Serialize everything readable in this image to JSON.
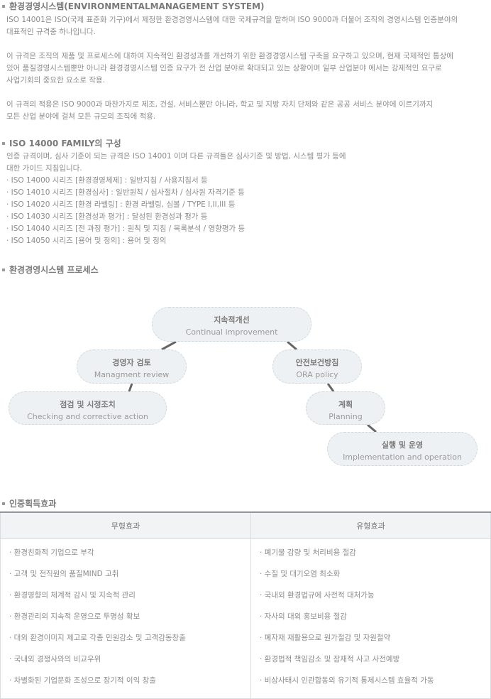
{
  "sections": {
    "ems": {
      "title": "환경경영시스템(ENVIRONMENTALMANAGEMENT SYSTEM)",
      "para1": [
        "ISO 14001은 ISO(국제 표준화 기구)에서 제정한 환경경영시스템에 대한 국제규격을 말하며 ISO 9000과 더불어 조직의 경영시스템 인증분야의",
        "대표적인 규격중 하나입니다."
      ],
      "para2": [
        "이 규격은 조직의 제품 및 프로세스에 대하여 지속적인 환경성과를 개선하기 위한 환경경영시스템 구축을 요구하고 있으며, 현재 국제적인 통상에",
        "있어 품질경영시스템뿐만 아니라 환경경영시스템 인증 요구가 전 산업 분야로 확대되고 있는 상황이며 일부 산업분야 에서는 강제적인 요구로",
        "사업기회의 중요한 요소로 작용."
      ],
      "para3": [
        "이 규격의 적용은 ISO 9000과 마찬가지로 제조, 건설, 서비스뿐만 아니라, 학교 및 지방 자치 단체와 같은 공공 서비스 분야에 이르기까지",
        "모든 산업 분야에 걸쳐 모든 규모의 조직에 적용."
      ]
    },
    "family": {
      "title": "ISO 14000 FAMILY의 구성",
      "intro": [
        "인증 규격이며, 심사 기준이 되는 규격은 ISO 14001 이며 다른 규격들은 심사기준 및 방법, 시스템 평가 등에",
        "대한 가이드 지침입니다."
      ],
      "items": [
        "· ISO 14000 시리즈 [환경경영체제] : 일반지침 / 사용지침서 등",
        "· ISO 14010 시리즈 [환경심사] : 일반원칙 / 심사절차 / 심사원 자격기준 등",
        "· ISO 14020 시리즈 [환경 라벨링] : 환경 라벨링, 심볼 / TYPE I,II,III 등",
        "· ISO 14030 시리즈 [환경성과 평가] : 달성된 환경성과 평가 등",
        "· ISO 14040 시리즈 [전 과정 평가] : 원칙 및 지침 / 목록분석 / 영향평가 등",
        "· ISO 14050 시리즈 [용어 및 정의] : 용어 및 정의"
      ]
    },
    "process": {
      "title": "환경경영시스템 프로세스",
      "nodes": {
        "improve": {
          "ko": "지속적개선",
          "en": "Continual improvement"
        },
        "review": {
          "ko": "경영자 검토",
          "en": "Managment review"
        },
        "policy": {
          "ko": "안전보건방침",
          "en": "ORA policy"
        },
        "check": {
          "ko": "점검 및 시정조치",
          "en": "Checking and corrective action"
        },
        "plan": {
          "ko": "계획",
          "en": "Planning"
        },
        "operate": {
          "ko": "실행 및 운영",
          "en": "Implementation and operation"
        }
      }
    },
    "effects": {
      "title": "인증획득효과",
      "headers": [
        "무형효과",
        "유형효과"
      ],
      "intangible": [
        "· 환경친화적 기업으로 부각",
        "· 고객 및 전직원의 품질MIND 고취",
        "· 환경영향의 체계적 감시 및 지속적 관리",
        "· 환경관리의 지속적 운영으로 투명성 확보",
        "· 대외 환경이미지 제고로 각종 민원감소 및 고객감동창출",
        "· 국내외 경쟁사와의 비교우위",
        "· 차별화된 기업문화 조성으로 장기적 이익 창출"
      ],
      "tangible": [
        "· 폐기물 감량 및 처리비용 절감",
        "· 수질 및 대기오염 최소화",
        "· 국내외 환경법규에 사전적 대처가능",
        "· 자사의 대외 홍보비용 절감",
        "· 폐자재 재활용으로 원가절감 및 자원절약",
        "· 환경법적 책임감소 및 잠재적 사고 사전예방",
        "· 비상사태시 인관합동의 유기적 통제시스템 효율적 가동"
      ]
    }
  }
}
